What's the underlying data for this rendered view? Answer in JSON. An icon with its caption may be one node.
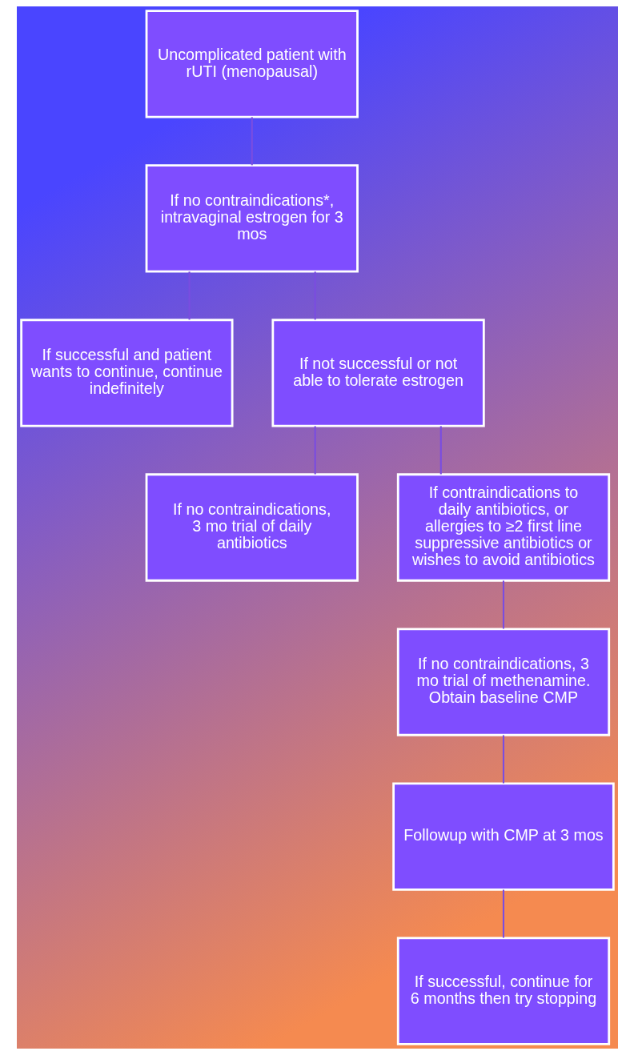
{
  "diagram": {
    "nodes": [
      {
        "text": [
          "Uncomplicated patient with rUTI (menopausal)"
        ]
      },
      {
        "text": [
          "If no contraindications*, intravaginal estrogen for 3 mos"
        ]
      },
      {
        "text": [
          "If successful and patient wants to continue, continue indefinitely"
        ]
      },
      {
        "text": [
          "If not successful or not able to tolerate estrogen"
        ]
      },
      {
        "text": [
          "If no contraindications,",
          "3 mo trial of daily antibiotics"
        ]
      },
      {
        "text": [
          "If contraindications to daily antibiotics, or allergies to ≥2 first line suppressive antibiotics or wishes to avoid antibiotics"
        ]
      },
      {
        "text": [
          "If no contraindications, 3 mo trial of methenamine.",
          "Obtain baseline CMP"
        ]
      },
      {
        "text": [
          "Followup with CMP at 3 mos"
        ]
      },
      {
        "text": [
          "If successful, continue for 6 months then try stopping"
        ]
      }
    ],
    "edges": [
      {
        "from": 0,
        "to": 1,
        "arrow": "none"
      },
      {
        "from": 1,
        "to": 2,
        "arrow": "none"
      },
      {
        "from": 1,
        "to": 3,
        "arrow": "none"
      },
      {
        "from": 3,
        "to": 4,
        "arrow": "none"
      },
      {
        "from": 3,
        "to": 5,
        "arrow": "none"
      },
      {
        "from": 5,
        "to": 6,
        "arrow": "none"
      },
      {
        "from": 6,
        "to": 7,
        "arrow": "none"
      },
      {
        "from": 7,
        "to": 8,
        "arrow": "none"
      }
    ]
  }
}
